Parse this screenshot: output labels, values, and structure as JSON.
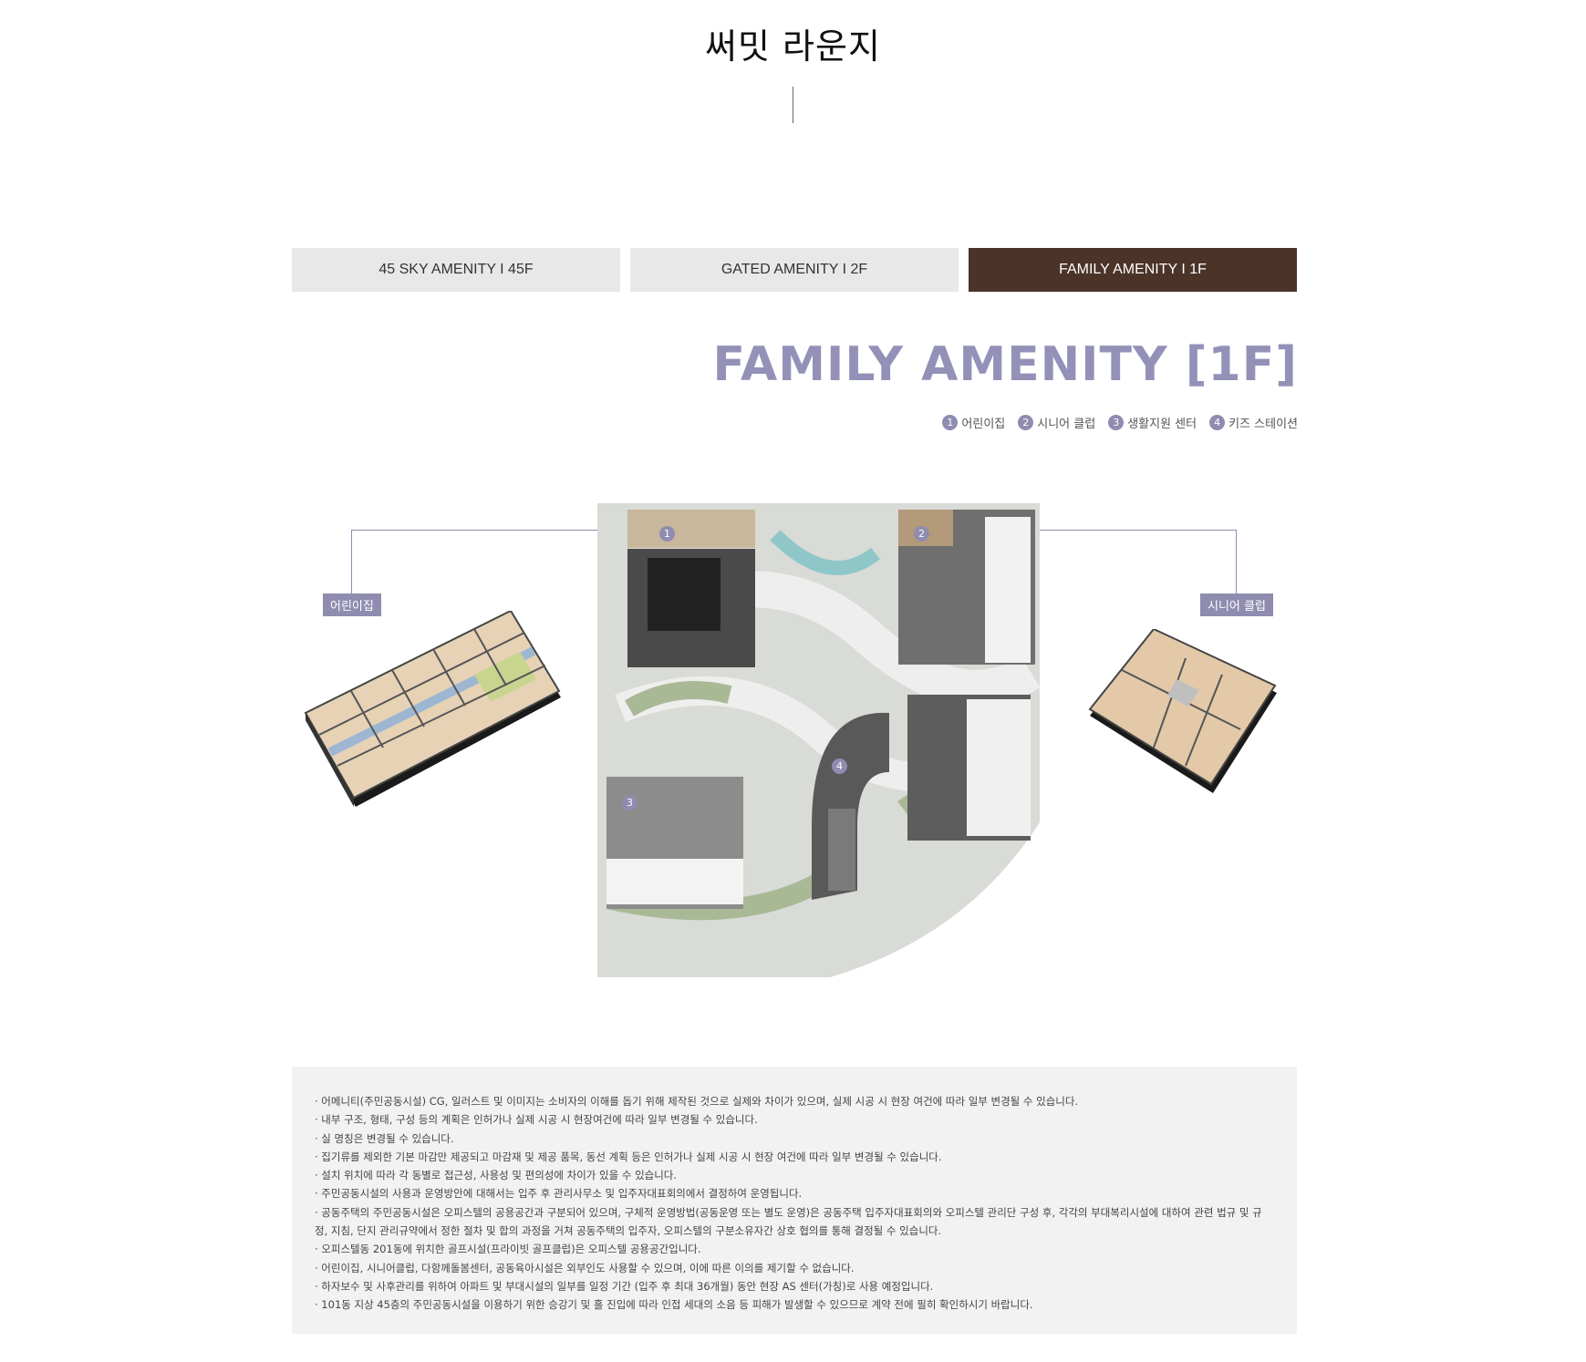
{
  "page_title": "써밋 라운지",
  "tabs": [
    {
      "label": "45 SKY AMENITY I 45F",
      "active": false
    },
    {
      "label": "GATED AMENITY I 2F",
      "active": false
    },
    {
      "label": "FAMILY AMENITY I 1F",
      "active": true
    }
  ],
  "amenity_heading": "FAMILY AMENITY [1F]",
  "legend": [
    {
      "num": "1",
      "label": "어린이집"
    },
    {
      "num": "2",
      "label": "시니어 클럽"
    },
    {
      "num": "3",
      "label": "생활지원 센터"
    },
    {
      "num": "4",
      "label": "키즈 스테이션"
    }
  ],
  "plan": {
    "markers": [
      "1",
      "2",
      "3",
      "4"
    ],
    "left_tag": "어린이집",
    "right_tag": "시니어 클럽"
  },
  "colors": {
    "accent": "#8f8cb0",
    "heading": "#9491b8",
    "active_tab": "#4b3328",
    "tab_bg": "#e8e8e8",
    "notes_bg": "#f2f2f2"
  },
  "notes": [
    "· 어메니티(주민공동시설) CG, 일러스트 및 이미지는 소비자의 이해를 돕기 위해 제작된 것으로 실제와 차이가 있으며, 실제 시공 시 현장 여건에 따라 일부 변경될 수 있습니다.",
    "· 내부 구조, 형태, 구성 등의 계획은 인허가나 실제 시공 시 현장여건에 따라 일부 변경될 수 있습니다.",
    "· 실 명칭은 변경될 수 있습니다.",
    "· 집기류를 제외한 기본 마감만 제공되고 마감재 및 제공 품목, 동선 계획 등은 인허가나 실제 시공 시 현장 여건에 따라 일부 변경될 수 있습니다.",
    "· 설치 위치에 따라 각 동별로 접근성, 사용성 및 편의성에 차이가 있을 수 있습니다.",
    "· 주민공동시설의 사용과 운영방안에 대해서는 입주 후 관리사무소 및 입주자대표회의에서 결정하여 운영됩니다.",
    "· 공동주택의 주민공동시설은 오피스텔의 공용공간과 구분되어 있으며, 구체적 운영방법(공동운영 또는 별도 운영)은 공동주택 입주자대표회의와 오피스텔 관리단 구성 후, 각각의 부대복리시설에 대하여 관련 법규 및 규",
    "  정, 지침, 단지 관리규약에서 정한 절차 및 합의 과정을 거쳐 공동주택의 입주자, 오피스텔의 구분소유자간 상호 협의를 통해 결정될 수 있습니다.",
    "· 오피스텔동 201동에 위치한 골프시설(프라이빗 골프클럽)은 오피스텔 공용공간입니다.",
    "· 어린이집, 시니어클럽, 다함께돌봄센터, 공동육아시설은 외부인도 사용할 수 있으며, 이에 따른 이의를 제기할 수 없습니다.",
    "· 하자보수 및 사후관리를 위하여 아파트 및 부대시설의 일부를 일정 기간 (입주 후 최대 36개월) 동안 현장 AS 센터(가칭)로 사용 예정입니다.",
    "· 101동 지상 45층의 주민공동시설을 이용하기 위한 승강기 및 홀 진입에 따라 인접 세대의 소음 등 피해가 발생할 수 있으므로 계약 전에 필히 확인하시기 바랍니다."
  ]
}
